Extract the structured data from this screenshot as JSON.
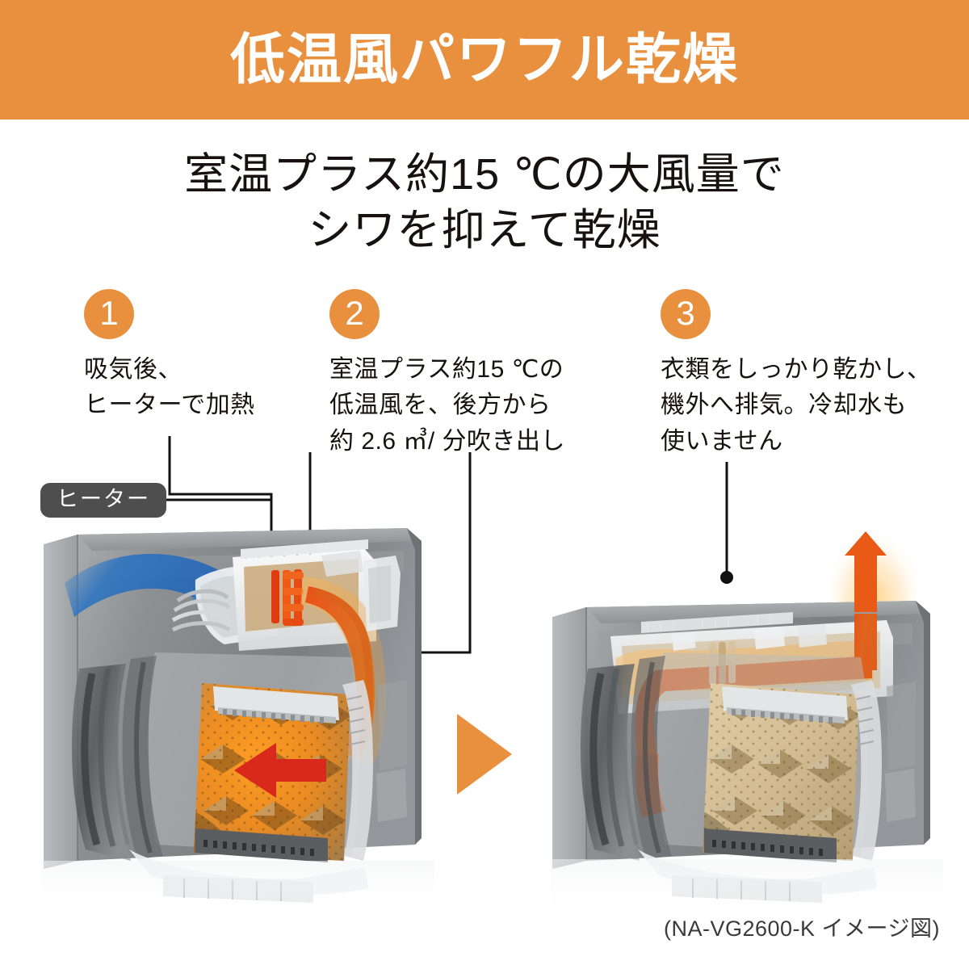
{
  "banner": {
    "title": "低温風パワフル乾燥",
    "bg_color": "#e8903e",
    "text_color": "#ffffff"
  },
  "subtitle": {
    "line1": "室温プラス約15 ℃の大風量で",
    "line2": "シワを抑えて乾燥"
  },
  "steps": [
    {
      "number": "1",
      "line1": "吸気後、",
      "line2": "ヒーターで加熱",
      "line3": ""
    },
    {
      "number": "2",
      "line1": "室温プラス約15 ℃の",
      "line2": "低温風を、後方から",
      "line3": "約 2.6 ㎥/ 分吹き出し"
    },
    {
      "number": "3",
      "line1": "衣類をしっかり乾かし、",
      "line2": "機外へ排気。冷却水も",
      "line3": "使いません"
    }
  ],
  "heater_label": "ヒーター",
  "caption": "(NA-VG2600-K イメージ図)",
  "colors": {
    "accent_orange": "#e8903e",
    "badge_gray": "#4e4e4e",
    "text_dark": "#17120f",
    "airflow_cold": "#1a6fc4",
    "airflow_hot": "#e0491a",
    "drum_glow": "#f08a1a",
    "body_gray": "#8e9194"
  },
  "illustrations": {
    "left": {
      "name": "washing-machine-cutaway-intake-heating",
      "airflow_in_label": "cold-air-intake",
      "airflow_hot_label": "hot-air-to-drum"
    },
    "right": {
      "name": "washing-machine-cutaway-exhaust",
      "airflow_exhaust_label": "hot-moist-air-exhaust"
    }
  },
  "center_arrow": {
    "name": "process-flow-arrow",
    "direction": "right"
  }
}
